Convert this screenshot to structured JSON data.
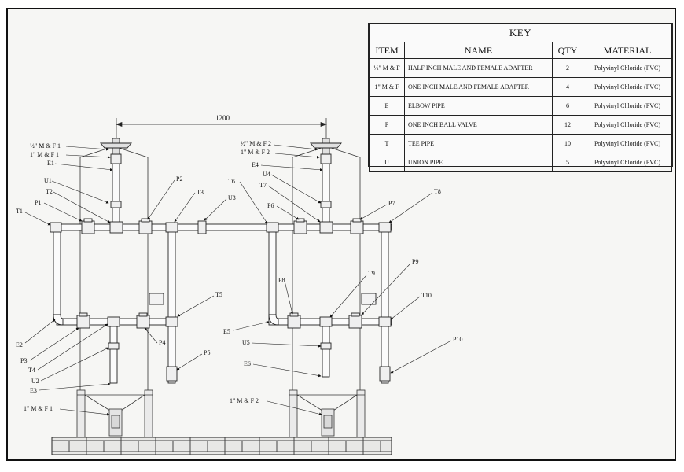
{
  "key": {
    "title": "KEY",
    "headers": {
      "item": "ITEM",
      "name": "NAME",
      "qty": "QTY",
      "material": "MATERIAL"
    },
    "rows": [
      {
        "item": "½\" M & F",
        "name": "HALF INCH MALE AND FEMALE ADAPTER",
        "qty": "2",
        "material": "Polyvinyl Chloride (PVC)"
      },
      {
        "item": "1\" M & F",
        "name": "ONE INCH MALE AND FEMALE ADAPTER",
        "qty": "4",
        "material": "Polyvinyl Chloride (PVC)"
      },
      {
        "item": "E",
        "name": "ELBOW PIPE",
        "qty": "6",
        "material": "Polyvinyl Chloride (PVC)"
      },
      {
        "item": "P",
        "name": "ONE INCH BALL VALVE",
        "qty": "12",
        "material": "Polyvinyl Chloride (PVC)"
      },
      {
        "item": "T",
        "name": "TEE PIPE",
        "qty": "10",
        "material": "Polyvinyl Chloride (PVC)"
      },
      {
        "item": "U",
        "name": "UNION PIPE",
        "qty": "5",
        "material": "Polyvinyl Chloride (PVC)"
      }
    ]
  },
  "dimension": "1200",
  "labels": {
    "hmf1": "½\" M & F 1",
    "omf1": "1\" M & F 1",
    "e1": "E1",
    "u1": "U1",
    "t2": "T2",
    "p1": "P1",
    "t1": "T1",
    "p2": "P2",
    "t3": "T3",
    "u3": "U3",
    "hmf2": "½\" M & F 2",
    "omf2": "1\" M & F 2",
    "e4": "E4",
    "u4": "U4",
    "t6": "T6",
    "t7": "T7",
    "p6": "P6",
    "p7": "P7",
    "t8": "T8",
    "t5": "T5",
    "p4": "P4",
    "p5": "P5",
    "e2": "E2",
    "p3": "P3",
    "t4": "T4",
    "u2": "U2",
    "e3": "E3",
    "p8": "P8",
    "t9": "T9",
    "p9": "P9",
    "t10": "T10",
    "e5": "E5",
    "u5": "U5",
    "e6": "E6",
    "p10": "P10",
    "bmf1": "1\" M & F 1",
    "bmf2": "1\" M & F 2"
  }
}
